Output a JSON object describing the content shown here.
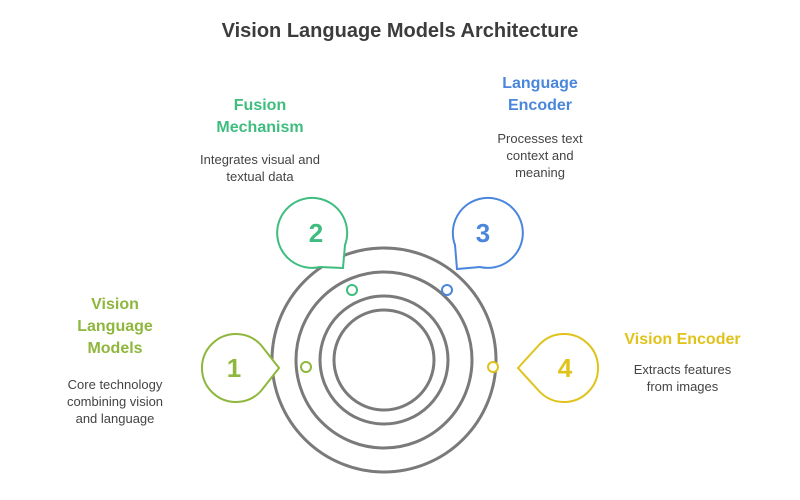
{
  "title": "Vision Language Models Architecture",
  "colors": {
    "ring": "#7a7a7a",
    "green_light": "#8fb63d",
    "green": "#3ebd7f",
    "blue": "#4a86dc",
    "yellow": "#e0c31a"
  },
  "items": [
    {
      "number": "1",
      "label_lines": [
        "Vision",
        "Language",
        "Models"
      ],
      "desc_lines": [
        "Core technology",
        "combining vision",
        "and language"
      ]
    },
    {
      "number": "2",
      "label_lines": [
        "Fusion",
        "Mechanism"
      ],
      "desc_lines": [
        "Integrates visual and",
        "textual data"
      ]
    },
    {
      "number": "3",
      "label_lines": [
        "Language",
        "Encoder"
      ],
      "desc_lines": [
        "Processes text",
        "context and",
        "meaning"
      ]
    },
    {
      "number": "4",
      "label_lines": [
        "Vision Encoder"
      ],
      "desc_lines": [
        "Extracts features",
        "from images"
      ]
    }
  ]
}
